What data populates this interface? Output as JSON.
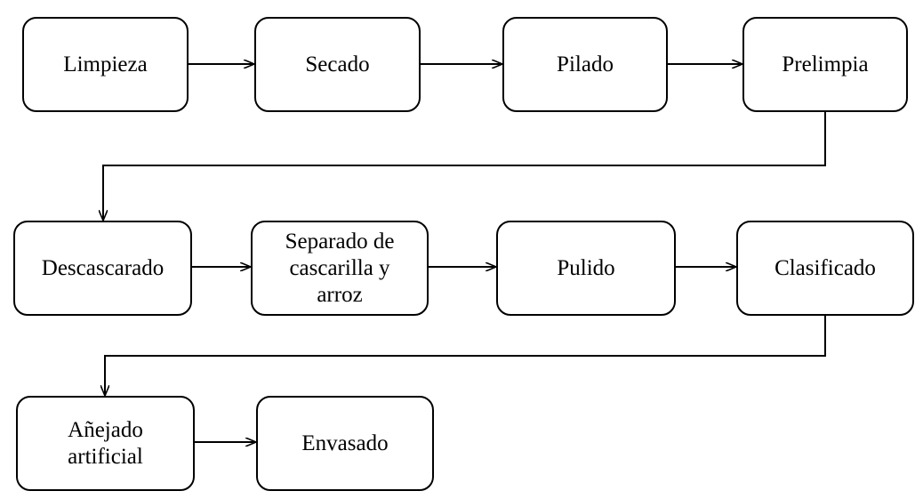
{
  "diagram": {
    "steps": [
      "Limpieza",
      "Secado",
      "Pilado",
      "Prelimpia",
      "Descascarado",
      "Separado de cascarilla y arroz",
      "Pulido",
      "Clasificado",
      "Añejado artificial",
      "Envasado"
    ]
  }
}
